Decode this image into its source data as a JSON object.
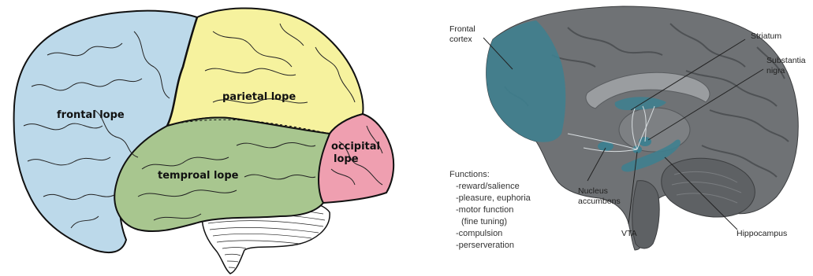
{
  "lateral_brain": {
    "labels": {
      "frontal": "frontal lope",
      "parietal": "parietal lope",
      "occipital_line1": "occipital",
      "occipital_line2": "lope",
      "temporal": "temproal lope"
    },
    "colors": {
      "frontal": "#bcd9ea",
      "parietal": "#f6f29e",
      "occipital": "#ef9fb0",
      "temporal": "#a8c68f",
      "cerebellum": "#ffffff",
      "outline": "#111111"
    }
  },
  "sagittal_brain": {
    "labels": {
      "frontal_cortex_line1": "Frontal",
      "frontal_cortex_line2": "cortex",
      "striatum": "Striatum",
      "substantia_line1": "Substantia",
      "substantia_line2": "nigra",
      "nucleus_line1": "Nucleus",
      "nucleus_line2": "accumbens",
      "vta": "VTA",
      "hippocampus": "Hippocampus"
    },
    "functions_title": "Functions:",
    "functions": [
      "-reward/salience",
      "-pleasure, euphoria",
      "-motor function",
      "(fine tuning)",
      "-compulsion",
      "-perserveration"
    ],
    "colors": {
      "tissue": "#6f7275",
      "tissue_dark": "#4e5154",
      "highlight": "#3f7f8f"
    }
  }
}
